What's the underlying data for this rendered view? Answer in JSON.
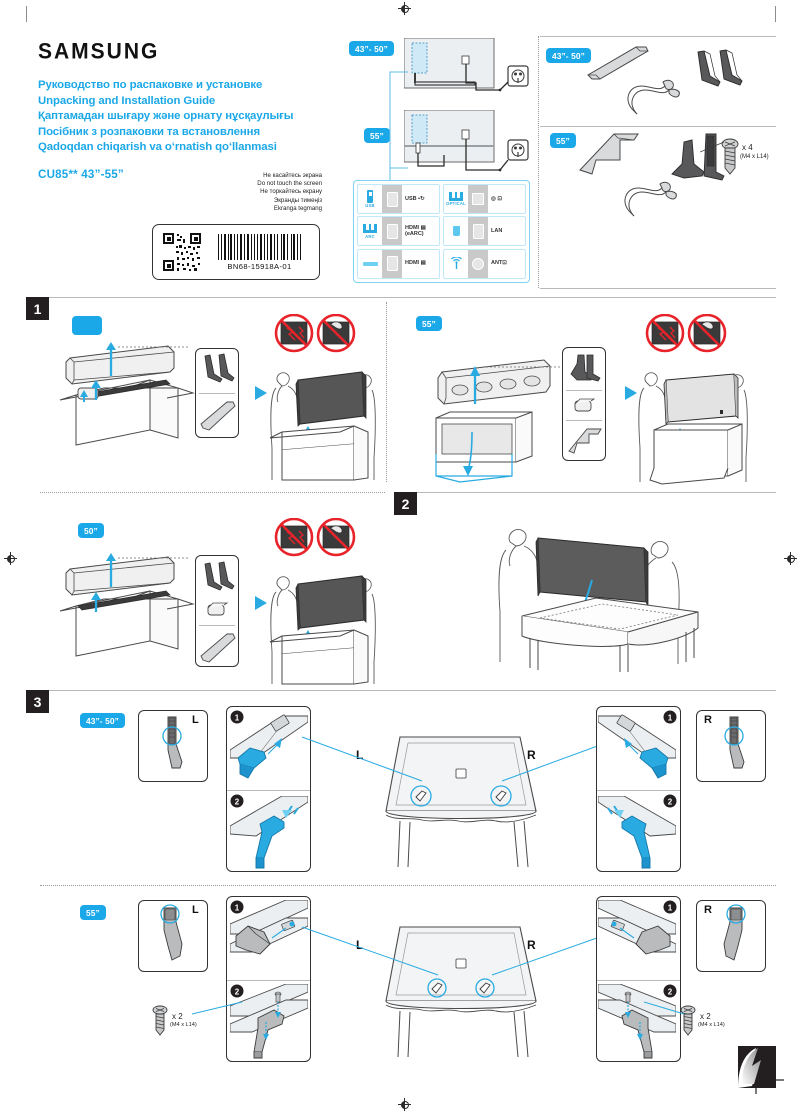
{
  "brand": {
    "logo_text": "SAMSUNG"
  },
  "header": {
    "titles": [
      "Руководство по распаковке и установке",
      "Unpacking and Installation Guide",
      "Қаптамадан шығару және орнату нұсқаулығы",
      "Посібник з розпаковки та встановлення",
      "Qadoqdan chiqarish va o‘rnatish qo‘llanmasi"
    ],
    "model": "CU85** 43”-55”",
    "warnings": [
      "Не касайтесь экрана",
      "Do not touch the screen",
      "Не торкайтесь екрану",
      "Экранды тимеңіз",
      "Ekranga tegmang"
    ]
  },
  "label": {
    "part_number": "BN68-15918A-01"
  },
  "ports": {
    "left": [
      {
        "icon": "usb-icon",
        "icon_label": "USB",
        "text": "USB ▪↻"
      },
      {
        "icon": "arc-icon",
        "icon_label": "ARC",
        "text": "HDMI ▤\n(eARC)"
      },
      {
        "icon": "hdmi-icon",
        "icon_label": "",
        "text": "HDMI ▤"
      }
    ],
    "right": [
      {
        "icon": "optical-icon",
        "icon_label": "OPTICAL",
        "text": "◎ ⊡"
      },
      {
        "icon": "lan-icon",
        "icon_label": "",
        "text": "LAN"
      },
      {
        "icon": "antenna-icon",
        "icon_label": "",
        "text": "ANT⊡"
      }
    ]
  },
  "top_diagrams": {
    "tv_back_43_50_badge": "43”- 50”",
    "tv_back_55_badge": "55”"
  },
  "accessories": {
    "group_43_50": {
      "badge": "43”- 50”"
    },
    "group_55": {
      "badge": "55”",
      "screw_count": "x 4",
      "screw_spec": "(M4 x L14)"
    }
  },
  "steps": [
    {
      "number": "1",
      "panels": [
        {
          "badge": "",
          "variant": "43"
        },
        {
          "badge": "55”",
          "variant": "55"
        },
        {
          "badge": "50”",
          "variant": "50"
        }
      ]
    },
    {
      "number": "2",
      "panels": []
    },
    {
      "number": "3",
      "rows": [
        {
          "badge": "43”- 50”",
          "left_marker": "L",
          "right_marker": "R",
          "sub_steps": [
            "1",
            "2"
          ]
        },
        {
          "badge": "55”",
          "left_marker": "L",
          "right_marker": "R",
          "sub_steps": [
            "1",
            "2"
          ],
          "screw_count_left": "x 2",
          "screw_spec_left": "(M4 x L14)",
          "screw_count_right": "x 2",
          "screw_spec_right": "(M4 x L14)"
        }
      ]
    }
  ],
  "colors": {
    "accent": "#1BA8E8",
    "badge_bg": "#1BA8E8",
    "step_bg": "#231f20",
    "warn_red": "#E8232A",
    "line_gray": "#b9b9b9"
  }
}
